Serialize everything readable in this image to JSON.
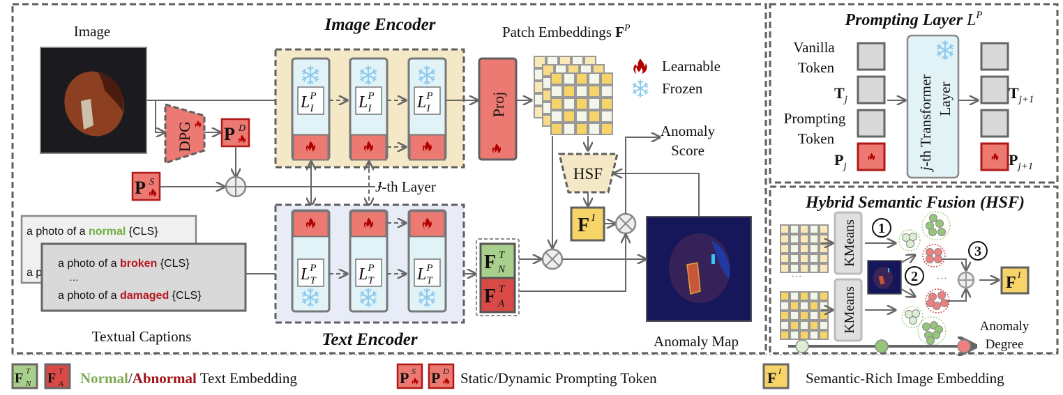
{
  "colors": {
    "learnable_red": "#ec7a72",
    "learnable_border": "#b01818",
    "frozen_blue": "#e2f3f8",
    "snowflake": "#8ecbee",
    "flame": "#b00000",
    "image_encoder_bg": "#f4e8c6",
    "text_encoder_bg": "#e7ecf7",
    "normal_green": "#a9cf8c",
    "abnormal_red": "#d94a46",
    "semantic_yellow": "#f6d468",
    "anomaly_map_bg": "#15175a",
    "normal_text": "#6fae44",
    "abnormal_text": "#b5161e"
  },
  "main": {
    "image_label": "Image",
    "image_encoder_title": "Image Encoder",
    "text_encoder_title": "Text Encoder",
    "patch_embeddings_label": "Patch Embeddings",
    "patch_embeddings_symbol": "F",
    "patch_embeddings_sup": "P",
    "dpg_label": "DPG",
    "proj_label": "Proj",
    "hsf_label": "HSF",
    "jth_layer_label": "-th Layer",
    "jth_layer_italic": "J",
    "anomaly_score_line1": "Anomaly",
    "anomaly_score_line2": "Score",
    "anomaly_map_label": "Anomaly Map",
    "textual_captions_label": "Textual Captions",
    "prompt_dynamic": {
      "base": "P",
      "sup": "D"
    },
    "prompt_static": {
      "base": "P",
      "sup": "S"
    },
    "image_layer": {
      "base": "L",
      "sup": "P",
      "sub": "I"
    },
    "text_layer": {
      "base": "L",
      "sup": "P",
      "sub": "T"
    },
    "fn": {
      "base": "F",
      "sup": "T",
      "sub": "N"
    },
    "fa": {
      "base": "F",
      "sup": "T",
      "sub": "A"
    },
    "fi": {
      "base": "F",
      "sup": "I"
    },
    "legend_learnable": "Learnable",
    "legend_frozen": "Frozen",
    "captions_back": {
      "line1_prefix": "a photo of a ",
      "line1_keyword": "normal",
      "line1_suffix": " {CLS}",
      "line2": ".",
      "line3": "a p"
    },
    "captions_front": {
      "line1_prefix": "a photo of a ",
      "line1_keyword": "broken",
      "line1_suffix": " {CLS}",
      "line2": "…",
      "line3_prefix": "a photo of a ",
      "line3_keyword": "damaged",
      "line3_suffix": " {CLS}"
    }
  },
  "prompting_layer": {
    "title": "Prompting Layer",
    "title_symbol": "L",
    "title_sup": "P",
    "vanilla_line1": "Vanilla",
    "vanilla_line2": "Token",
    "tj": "T",
    "tj_sub": "j",
    "prompting_line1": "Prompting",
    "prompting_line2": "Token",
    "pj": "P",
    "pj_sub": "j",
    "transformer_line1_italic": "j",
    "transformer_line1": "-th Transformer",
    "transformer_line2": "Layer",
    "tj1": "T",
    "tj1_sub": "j+1",
    "pj1": "P",
    "pj1_sub": "j+1"
  },
  "hsf": {
    "title": "Hybrid Semantic Fusion (HSF)",
    "kmeans_label": "KMeans",
    "step1": "1",
    "step2": "2",
    "step3": "3",
    "ellipsis": "···",
    "output": {
      "base": "F",
      "sup": "I"
    },
    "anomaly_degree_line1": "Anomaly",
    "anomaly_degree_line2": "Degree"
  },
  "legend": {
    "text_embedding_normal": "Normal",
    "text_embedding_sep": "/",
    "text_embedding_abnormal": "Abnormal",
    "text_embedding_suffix": " Text Embedding",
    "prompting_token": "Static/Dynamic Prompting Token",
    "image_embedding": "Semantic-Rich Image Embedding"
  }
}
